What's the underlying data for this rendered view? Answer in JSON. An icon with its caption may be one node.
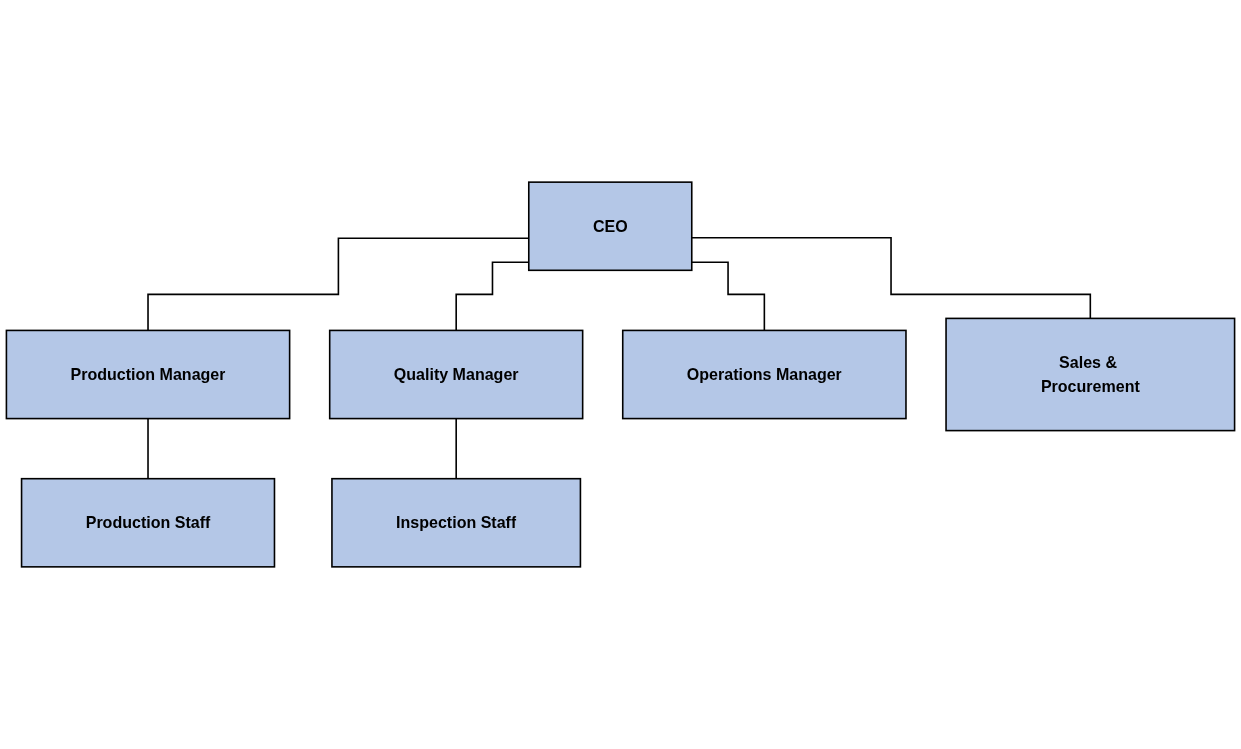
{
  "diagram": {
    "nodes": [
      {
        "text": [
          "CEO"
        ]
      },
      {
        "text": [
          "Production Manager"
        ]
      },
      {
        "text": [
          "Quality Manager"
        ]
      },
      {
        "text": [
          "Operations Manager"
        ]
      },
      {
        "text": [
          "Sales & Procurement"
        ]
      },
      {
        "text": [
          "Production Staff"
        ]
      },
      {
        "text": [
          "Inspection Staff"
        ]
      }
    ],
    "edges": [
      {
        "from": 0,
        "to": 1,
        "arrow": "none"
      },
      {
        "from": 0,
        "to": 2,
        "arrow": "none"
      },
      {
        "from": 0,
        "to": 3,
        "arrow": "none"
      },
      {
        "from": 0,
        "to": 4,
        "arrow": "none"
      },
      {
        "from": 1,
        "to": 5,
        "arrow": "none"
      },
      {
        "from": 2,
        "to": 6,
        "arrow": "none"
      }
    ]
  }
}
